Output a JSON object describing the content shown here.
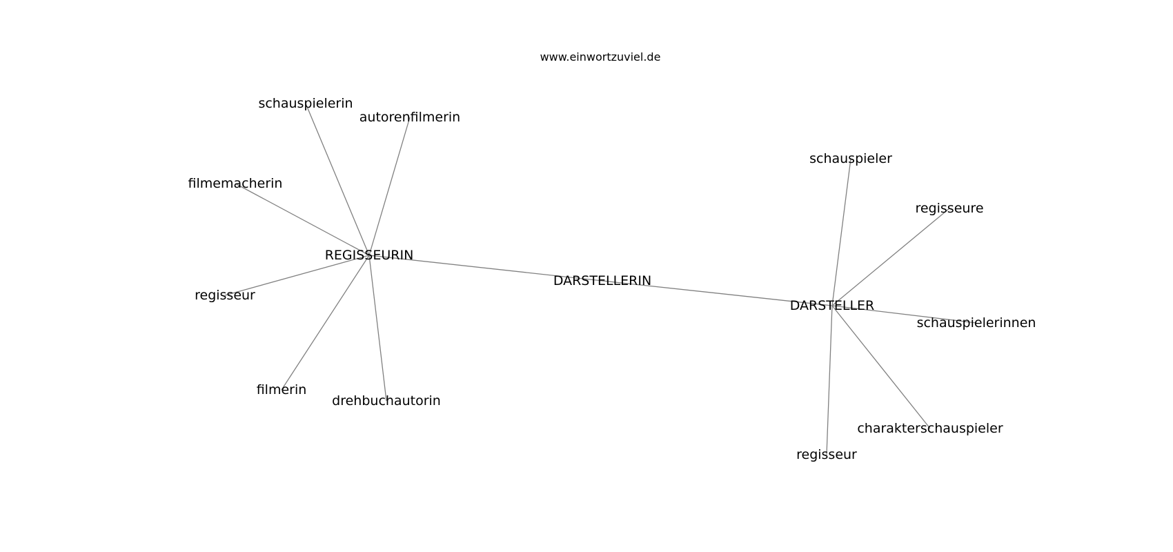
{
  "watermark": "www.einwortzuviel.de",
  "colors": {
    "background": "#ffffff",
    "edge": "#808080",
    "text": "#000000"
  },
  "nodes": [
    {
      "id": "darstellerin",
      "label": "DARSTELLERIN"
    },
    {
      "id": "regisseurin",
      "label": "REGISSEURIN"
    },
    {
      "id": "darsteller",
      "label": "DARSTELLER"
    },
    {
      "id": "schauspielerin",
      "label": "schauspielerin"
    },
    {
      "id": "autorenfilmerin",
      "label": "autorenfilmerin"
    },
    {
      "id": "filmemacherin",
      "label": "filmemacherin"
    },
    {
      "id": "regisseur_1",
      "label": "regisseur"
    },
    {
      "id": "filmerin",
      "label": "filmerin"
    },
    {
      "id": "drehbuchautorin",
      "label": "drehbuchautorin"
    },
    {
      "id": "schauspieler",
      "label": "schauspieler"
    },
    {
      "id": "regisseure",
      "label": "regisseure"
    },
    {
      "id": "schauspielerinnen",
      "label": "schauspielerinnen"
    },
    {
      "id": "charakterschauspieler",
      "label": "charakterschauspieler"
    },
    {
      "id": "regisseur_2",
      "label": "regisseur"
    }
  ],
  "edges": [
    [
      "darstellerin",
      "regisseurin"
    ],
    [
      "darstellerin",
      "darsteller"
    ],
    [
      "regisseurin",
      "schauspielerin"
    ],
    [
      "regisseurin",
      "autorenfilmerin"
    ],
    [
      "regisseurin",
      "filmemacherin"
    ],
    [
      "regisseurin",
      "regisseur_1"
    ],
    [
      "regisseurin",
      "filmerin"
    ],
    [
      "regisseurin",
      "drehbuchautorin"
    ],
    [
      "darsteller",
      "schauspieler"
    ],
    [
      "darsteller",
      "regisseure"
    ],
    [
      "darsteller",
      "schauspielerinnen"
    ],
    [
      "darsteller",
      "charakterschauspieler"
    ],
    [
      "darsteller",
      "regisseur_2"
    ]
  ]
}
